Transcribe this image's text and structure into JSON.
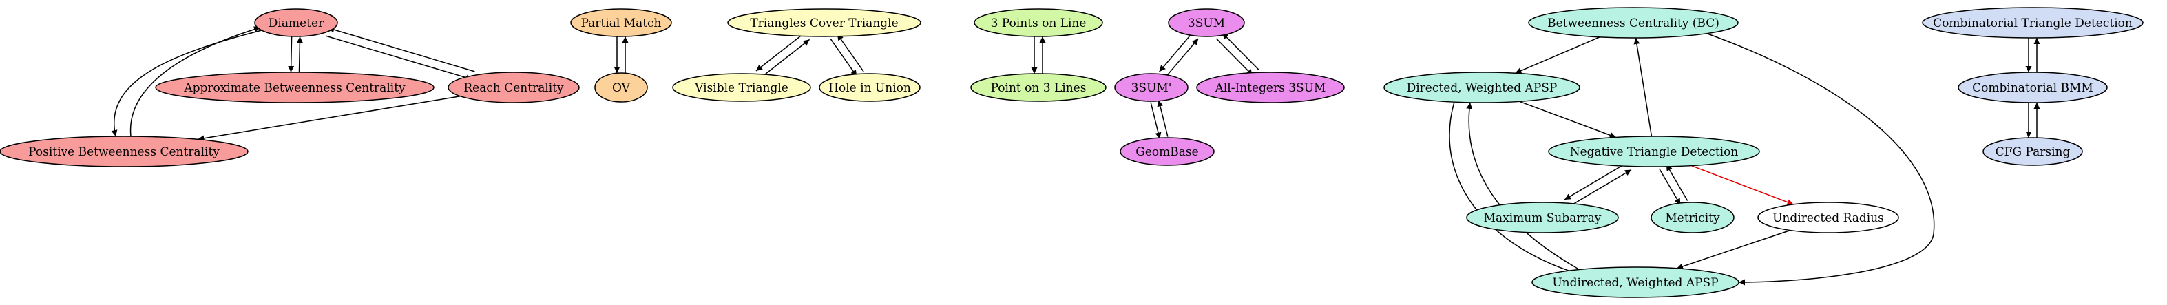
{
  "colors": {
    "red": "#f79b9b",
    "orange": "#fdd29a",
    "yellow": "#fefcc0",
    "green": "#d2f8a6",
    "magenta": "#ea8ded",
    "teal": "#b7f2e2",
    "white": "#ffffff",
    "blue": "#d0ddf5",
    "red_edge": "#e00000"
  },
  "nodes": {
    "diameter": {
      "label": "Diameter",
      "color": "red"
    },
    "approx_bc": {
      "label": "Approximate Betweenness Centrality",
      "color": "red"
    },
    "reach": {
      "label": "Reach Centrality",
      "color": "red"
    },
    "pos_bc": {
      "label": "Positive Betweenness Centrality",
      "color": "red"
    },
    "partial_match": {
      "label": "Partial Match",
      "color": "orange"
    },
    "ov": {
      "label": "OV",
      "color": "orange"
    },
    "tri_cover": {
      "label": "Triangles Cover Triangle",
      "color": "yellow"
    },
    "visible_tri": {
      "label": "Visible Triangle",
      "color": "yellow"
    },
    "hole_union": {
      "label": "Hole in Union",
      "color": "yellow"
    },
    "three_points": {
      "label": "3 Points on Line",
      "color": "green"
    },
    "point_3lines": {
      "label": "Point on 3 Lines",
      "color": "green"
    },
    "threesum": {
      "label": "3SUM",
      "color": "magenta"
    },
    "threesum_p": {
      "label": "3SUM'",
      "color": "magenta"
    },
    "allint": {
      "label": "All-Integers 3SUM",
      "color": "magenta"
    },
    "geombase": {
      "label": "GeomBase",
      "color": "magenta"
    },
    "bc": {
      "label": "Betweenness Centrality (BC)",
      "color": "teal"
    },
    "dir_apsp": {
      "label": "Directed, Weighted APSP",
      "color": "teal"
    },
    "neg_tri": {
      "label": "Negative Triangle Detection",
      "color": "teal"
    },
    "max_sub": {
      "label": "Maximum Subarray",
      "color": "teal"
    },
    "metricity": {
      "label": "Metricity",
      "color": "teal"
    },
    "undir_radius": {
      "label": "Undirected Radius",
      "color": "white"
    },
    "undir_apsp": {
      "label": "Undirected, Weighted APSP",
      "color": "teal"
    },
    "comb_tri": {
      "label": "Combinatorial Triangle Detection",
      "color": "blue"
    },
    "comb_bmm": {
      "label": "Combinatorial BMM",
      "color": "blue"
    },
    "cfg": {
      "label": "CFG Parsing",
      "color": "blue"
    }
  },
  "edges": [
    {
      "from": "diameter",
      "to": "approx_bc"
    },
    {
      "from": "approx_bc",
      "to": "diameter"
    },
    {
      "from": "diameter",
      "to": "reach"
    },
    {
      "from": "reach",
      "to": "diameter"
    },
    {
      "from": "diameter",
      "to": "pos_bc"
    },
    {
      "from": "pos_bc",
      "to": "diameter"
    },
    {
      "from": "reach",
      "to": "pos_bc"
    },
    {
      "from": "partial_match",
      "to": "ov"
    },
    {
      "from": "ov",
      "to": "partial_match"
    },
    {
      "from": "tri_cover",
      "to": "visible_tri"
    },
    {
      "from": "visible_tri",
      "to": "tri_cover"
    },
    {
      "from": "tri_cover",
      "to": "hole_union"
    },
    {
      "from": "hole_union",
      "to": "tri_cover"
    },
    {
      "from": "three_points",
      "to": "point_3lines"
    },
    {
      "from": "point_3lines",
      "to": "three_points"
    },
    {
      "from": "threesum",
      "to": "threesum_p"
    },
    {
      "from": "threesum_p",
      "to": "threesum"
    },
    {
      "from": "threesum",
      "to": "allint"
    },
    {
      "from": "allint",
      "to": "threesum"
    },
    {
      "from": "threesum_p",
      "to": "geombase"
    },
    {
      "from": "geombase",
      "to": "threesum_p"
    },
    {
      "from": "bc",
      "to": "dir_apsp"
    },
    {
      "from": "neg_tri",
      "to": "bc"
    },
    {
      "from": "bc",
      "to": "undir_apsp"
    },
    {
      "from": "dir_apsp",
      "to": "neg_tri"
    },
    {
      "from": "dir_apsp",
      "to": "undir_apsp"
    },
    {
      "from": "undir_apsp",
      "to": "dir_apsp"
    },
    {
      "from": "neg_tri",
      "to": "max_sub"
    },
    {
      "from": "max_sub",
      "to": "neg_tri"
    },
    {
      "from": "neg_tri",
      "to": "metricity"
    },
    {
      "from": "metricity",
      "to": "neg_tri"
    },
    {
      "from": "neg_tri",
      "to": "undir_radius",
      "color": "red_edge"
    },
    {
      "from": "undir_radius",
      "to": "undir_apsp"
    },
    {
      "from": "comb_tri",
      "to": "comb_bmm"
    },
    {
      "from": "comb_bmm",
      "to": "comb_tri"
    },
    {
      "from": "comb_bmm",
      "to": "cfg"
    },
    {
      "from": "cfg",
      "to": "comb_bmm"
    }
  ]
}
